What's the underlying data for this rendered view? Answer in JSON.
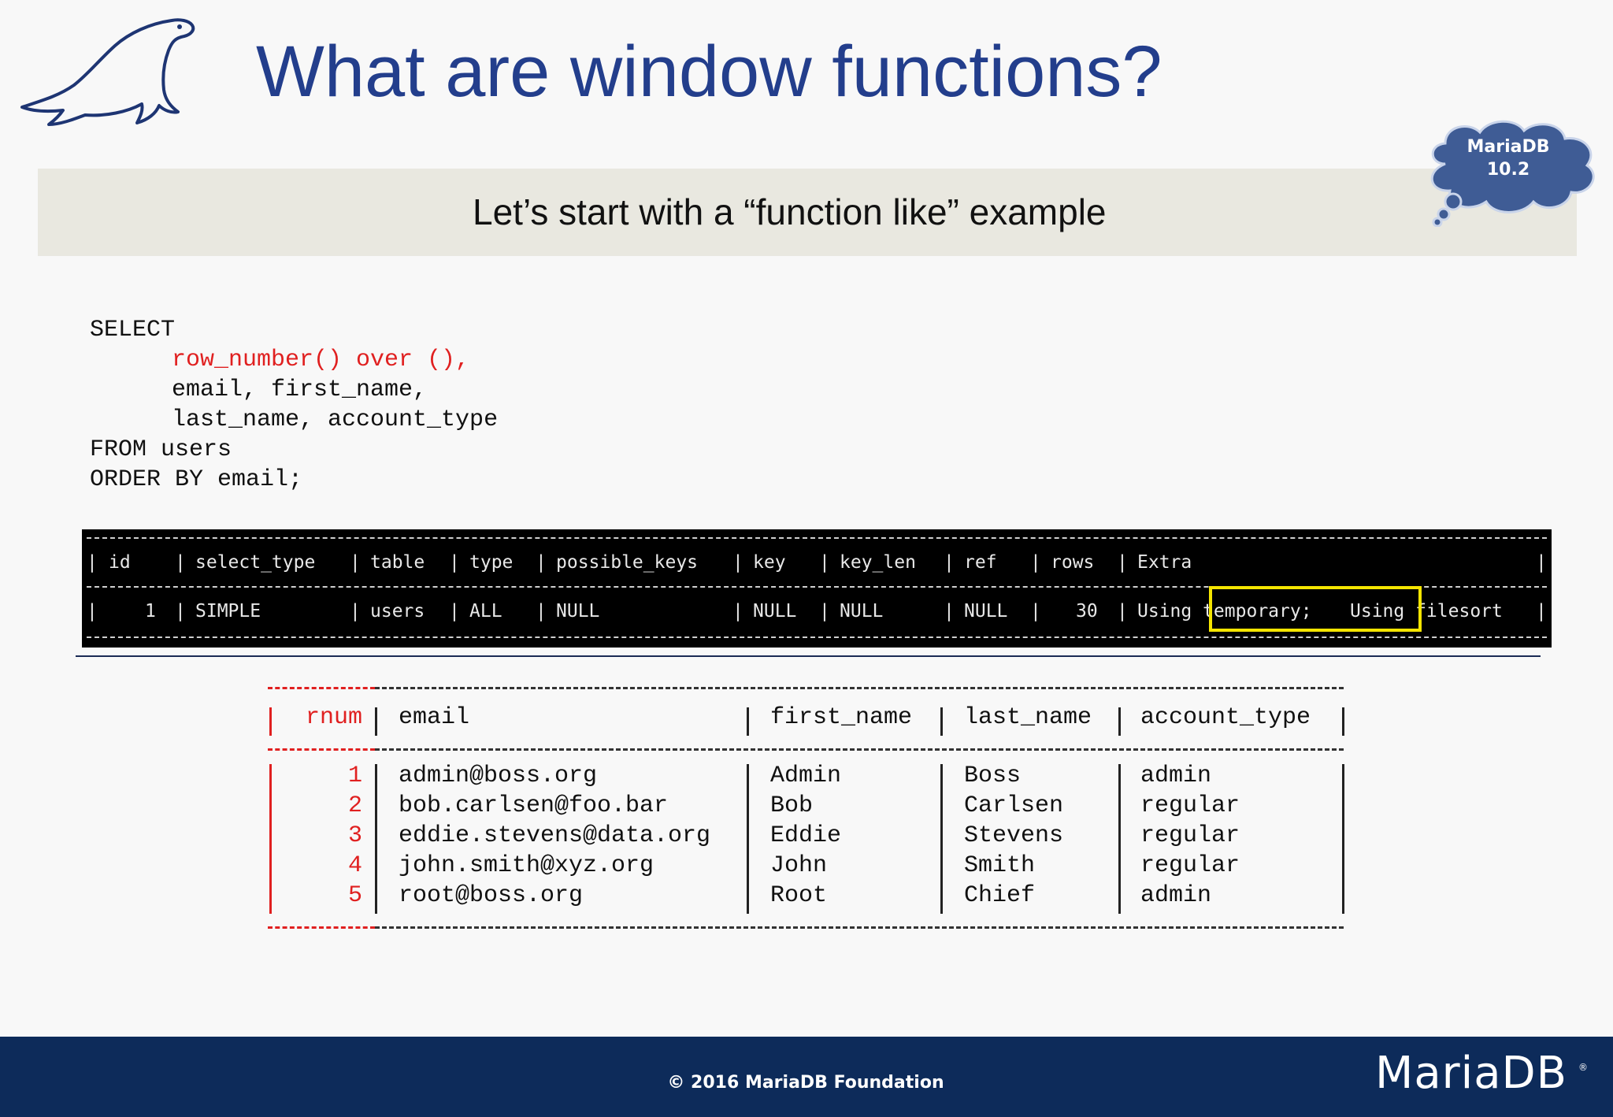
{
  "slide": {
    "title": "What are window functions?",
    "subtitle": "Let’s start with a “function like” example",
    "badge": {
      "line1": "MariaDB",
      "line2": "10.2"
    },
    "logo_icon": "seal-logo-icon"
  },
  "sql": {
    "line1": "SELECT",
    "line2_red": "row_number() over (),",
    "line3": "email, first_name,",
    "line4": "last_name, account_type",
    "line5": "FROM users",
    "line6": "ORDER BY email;"
  },
  "explain": {
    "headers": [
      "id",
      "select_type",
      "table",
      "type",
      "possible_keys",
      "key",
      "key_len",
      "ref",
      "rows",
      "Extra"
    ],
    "row": [
      "1",
      "SIMPLE",
      "users",
      "ALL",
      "NULL",
      "NULL",
      "NULL",
      "NULL",
      "30",
      "Using temporary;",
      "Using filesort"
    ],
    "highlight_color": "#f5e500"
  },
  "result": {
    "headers": [
      "rnum",
      "email",
      "first_name",
      "last_name",
      "account_type"
    ],
    "rows": [
      [
        "1",
        "admin@boss.org",
        "Admin",
        "Boss",
        "admin"
      ],
      [
        "2",
        "bob.carlsen@foo.bar",
        "Bob",
        "Carlsen",
        "regular"
      ],
      [
        "3",
        "eddie.stevens@data.org",
        "Eddie",
        "Stevens",
        "regular"
      ],
      [
        "4",
        "john.smith@xyz.org",
        "John",
        "Smith",
        "regular"
      ],
      [
        "5",
        "root@boss.org",
        "Root",
        "Chief",
        "admin"
      ]
    ],
    "accent_color": "#e02020"
  },
  "footer": {
    "copyright": "© 2016 MariaDB Foundation",
    "brand": "MariaDB",
    "registered": "®",
    "background_color": "#0d2b5a"
  },
  "colors": {
    "title": "#233e8c",
    "cloud": "#3f5c95"
  }
}
